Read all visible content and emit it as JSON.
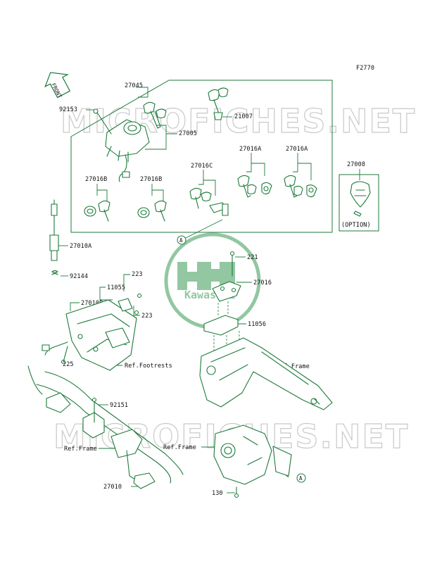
{
  "diagram": {
    "figure_code": "F2770",
    "direction_marker": "FRONT",
    "watermark_text": "MICROFICHES.NET",
    "logo_text": "Kawasaki",
    "colors": {
      "line": "#1c7a3a",
      "text": "#111111",
      "watermark": "#c9c9c9",
      "logo": "#3a9a55"
    },
    "labels": {
      "p27045": "27045",
      "p92153": "92153",
      "p21007": "21007",
      "p27005": "27005",
      "p27016A_1": "27016A",
      "p27016A_2": "27016A",
      "p27008": "27008",
      "p27016B_1": "27016B",
      "p27016B_2": "27016B",
      "p27016C": "27016C",
      "option": "(OPTION)",
      "p27010A": "27010A",
      "p92144": "92144",
      "p221": "221",
      "p223a": "223",
      "p11055": "11055",
      "p27016": "27016",
      "p27010B": "27010B",
      "p223b": "223",
      "p11056": "11056",
      "p225": "225",
      "ref_footrests": "Ref.Footrests",
      "ref_frame_right": "Ref.Frame",
      "p92151": "92151",
      "ref_frame_left": "Ref.Frame",
      "ref_frame_mid": "Ref.Frame",
      "p27010": "27010",
      "p130": "130",
      "callout_a1": "A",
      "callout_a2": "A"
    }
  }
}
